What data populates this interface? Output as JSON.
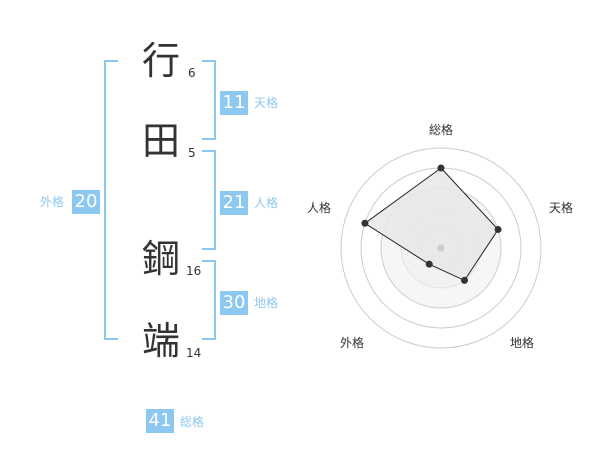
{
  "name": {
    "chars": [
      {
        "char": "行",
        "strokes": "6"
      },
      {
        "char": "田",
        "strokes": "5"
      },
      {
        "char": "鋼",
        "strokes": "16"
      },
      {
        "char": "端",
        "strokes": "14"
      }
    ]
  },
  "kaku": {
    "tenkaku": {
      "value": "11",
      "label": "天格"
    },
    "jinkaku": {
      "value": "21",
      "label": "人格"
    },
    "chikaku": {
      "value": "30",
      "label": "地格"
    },
    "gaikaku": {
      "value": "20",
      "label": "外格"
    },
    "soukaku": {
      "value": "41",
      "label": "総格"
    }
  },
  "colors": {
    "accent": "#8cc8f0",
    "text": "#333333",
    "chart_fill": "#f0f0f0",
    "chart_ring": "#cccccc"
  },
  "chart_data": {
    "type": "radar",
    "axes": [
      "総格",
      "天格",
      "地格",
      "外格",
      "人格"
    ],
    "max": 5,
    "values": [
      4,
      3,
      2,
      1,
      4
    ]
  }
}
